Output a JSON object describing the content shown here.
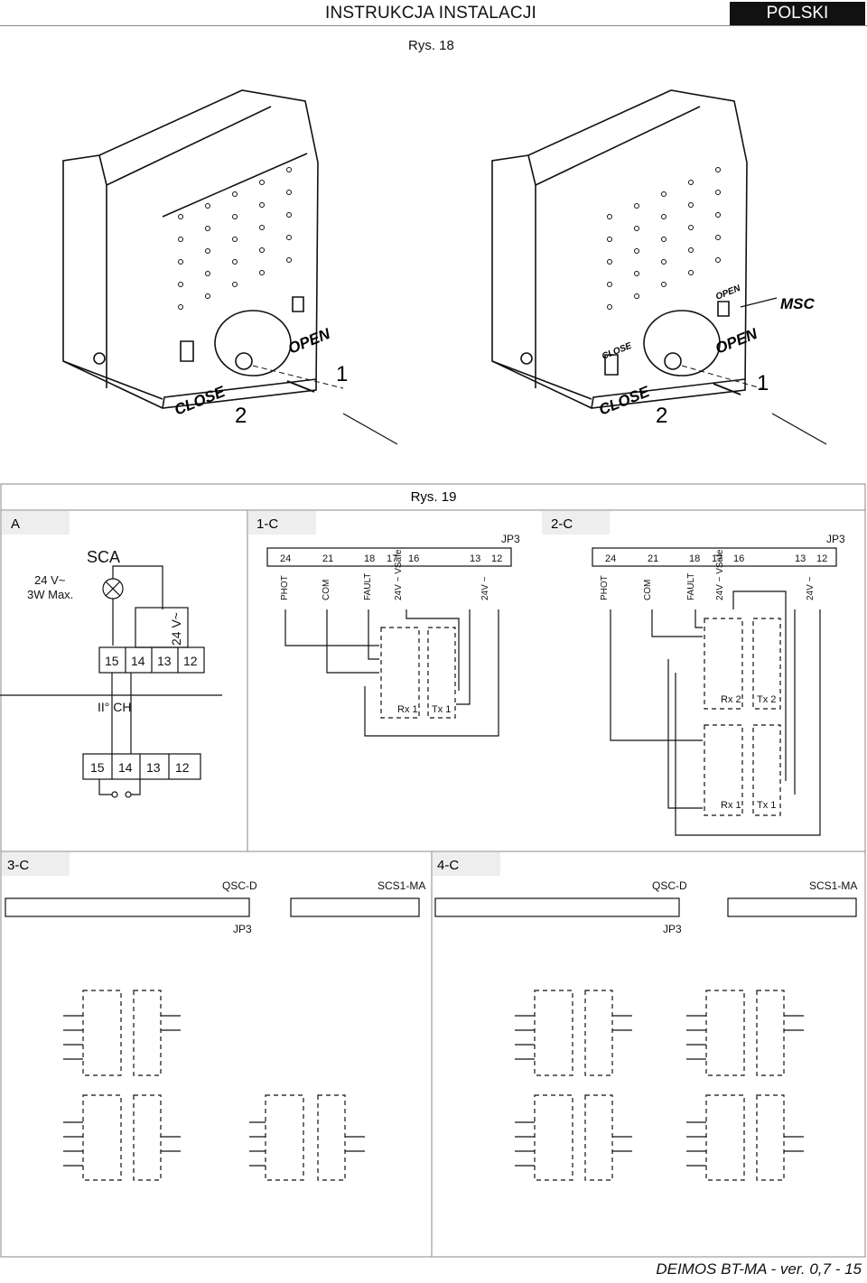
{
  "header": {
    "title": "INSTRUKCJA INSTALACJI",
    "language": "POLSKI"
  },
  "fig18": {
    "label": "Rys. 18",
    "left": {
      "close": "CLOSE",
      "open": "OPEN",
      "step1": "1",
      "step2": "2"
    },
    "right": {
      "close": "CLOSE",
      "open": "OPEN",
      "close_small": "CLOSE",
      "open_small": "OPEN",
      "step1": "1",
      "step2": "2",
      "msc": "MSC"
    }
  },
  "fig19": {
    "label": "Rys. 19",
    "panel_a": {
      "title": "A",
      "lamp": "SCA",
      "lamp_spec1": "24 V~",
      "lamp_spec2": "3W Max.",
      "supply": "24 V~",
      "board_labels": [
        "15",
        "14",
        "13",
        "12"
      ],
      "mid_label": "II° CH",
      "board2_labels": [
        "15",
        "14",
        "13",
        "12"
      ]
    },
    "panel_1c": {
      "title": "1-C",
      "jp": "JP3",
      "terminals": [
        "24",
        "21",
        "18",
        "17",
        "16",
        "13",
        "12"
      ],
      "funcs": [
        "PHOT",
        "COM",
        "FAULT",
        "24V ~ VSafe",
        "24V ~"
      ],
      "rx": "Rx 1",
      "tx": "Tx 1"
    },
    "panel_2c": {
      "title": "2-C",
      "jp": "JP3",
      "terminals": [
        "24",
        "21",
        "18",
        "17",
        "16",
        "13",
        "12"
      ],
      "funcs": [
        "PHOT",
        "COM",
        "FAULT",
        "24V ~ VSafe",
        "24V ~"
      ],
      "rx_top": "Rx 2",
      "tx_top": "Tx 2",
      "rx_bottom": "Rx 1",
      "tx_bottom": "Tx 1"
    },
    "panel_3c": {
      "title": "3-C",
      "qsc": "QSC-D",
      "scs": "SCS1-MA",
      "jp": "JP3"
    },
    "panel_4c": {
      "title": "4-C",
      "qsc": "QSC-D",
      "scs": "SCS1-MA",
      "jp": "JP3"
    }
  },
  "footer": {
    "text": "DEIMOS BT-MA - ver. 0,7 - 15"
  }
}
